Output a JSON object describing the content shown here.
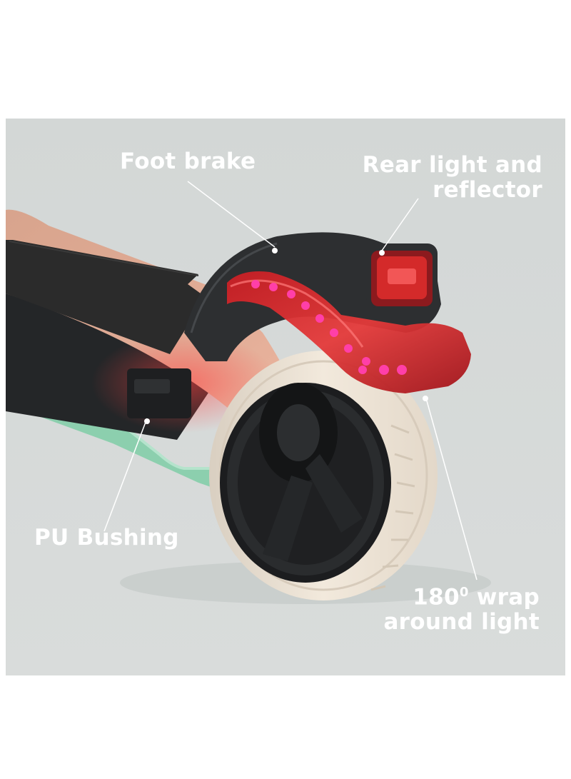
{
  "callouts": {
    "foot_brake": "Foot brake",
    "rear_light": {
      "line1": "Rear light and",
      "line2": "reflector"
    },
    "pu_bushing": "PU Bushing",
    "wrap_light": {
      "line1_number": "180",
      "line1_sup": "0",
      "line1_text": " wrap",
      "line2": "around light"
    }
  },
  "colors": {
    "background": "#d4d8d7",
    "label_text": "#ffffff",
    "deck_wood": "#d9a48c",
    "grip_tape": "#2b2b2b",
    "frame_green": "#8ccfae",
    "fender_black": "#2d2f31",
    "light_red": "#d42a2a",
    "tire_cream": "#eee4d6"
  }
}
